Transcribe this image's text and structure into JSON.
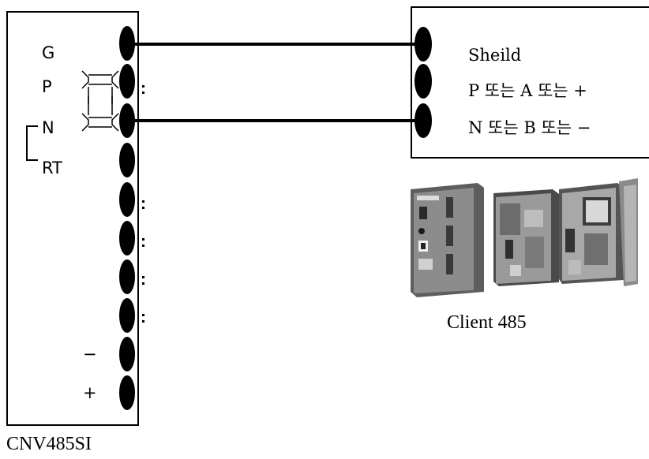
{
  "converter": {
    "name": "CNV485SI",
    "labels": {
      "g": "G",
      "p": "P",
      "n": "N",
      "rt": "RT",
      "minus": "−",
      "plus": "+"
    }
  },
  "client": {
    "name": "Client 485",
    "lines": [
      "Sheild",
      "P 또는 A 또는 +",
      "N 또는 B 또는 −"
    ],
    "image": "client-485-devices-photo"
  },
  "chart_data": {
    "type": "wiring",
    "nodes": [
      "CNV485SI",
      "Client 485"
    ],
    "connections": [
      {
        "from": "G",
        "to": "Sheild"
      },
      {
        "from": "N",
        "to": "N 또는 B 또는 −"
      }
    ]
  }
}
